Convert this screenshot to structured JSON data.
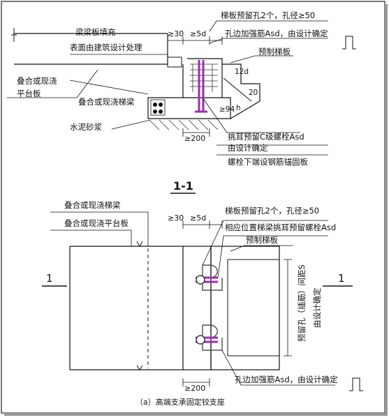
{
  "top": {
    "label_infill_1": "梁梁板填充",
    "label_infill_2": "表面由建筑设计处理",
    "label_platform_slab_1": "叠合或现浇",
    "label_platform_slab_2": "平台板",
    "label_stair_beam": "叠合或现浇梯梁",
    "label_mortar": "水泥砂浆",
    "label_holes": "梯板预留孔2个，孔径≥50",
    "label_hole_rebar": "孔边加强筋Asd，由设计确定",
    "label_precast_stair": "预制梯板",
    "label_bolt_1": "挑耳预留C级螺栓Asd",
    "label_bolt_2": "由设计确定",
    "label_bolt_3": "螺栓下端设钢筋锚固板",
    "dim_30": "≥30",
    "dim_5d": "≥5d",
    "dim_12d": "12d",
    "dim_20": "20",
    "dim_h": "h",
    "dim_94": "≥94",
    "dim_200": "≥200"
  },
  "section_title": "1-1",
  "bottom": {
    "label_stair_beam": "叠合或现浇梯梁",
    "label_platform_slab": "叠合或现浇平台板",
    "label_holes": "梯板预留孔2个，孔径≥50",
    "label_bolts": "相应位置梯梁挑耳预留螺栓Asd",
    "label_precast_stair": "预制梯板",
    "label_spacing_1": "预留孔（插筋）间距S",
    "label_spacing_2": "由设计确定",
    "label_hole_rebar": "孔边加强筋Asd，由设计确定",
    "dim_30": "≥30",
    "dim_5d": "≥5d",
    "dim_200": "≥200",
    "axis_left": "1",
    "axis_right": "1"
  },
  "caption": "（a）高端支承固定铰支座"
}
